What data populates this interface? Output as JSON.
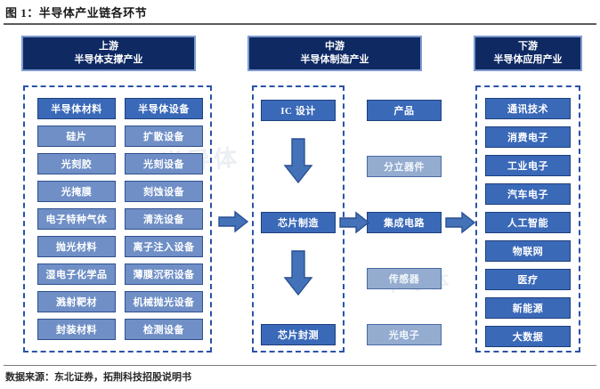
{
  "figure": {
    "title": "图 1：半导体产业链各环节",
    "source": "数据来源：东北证券，拓荆科技招股说明书",
    "watermark": "半导体"
  },
  "colors": {
    "header_bg": "#0f2a63",
    "header_border": "#7f9bd0",
    "dashed_border": "#2a53a8",
    "node_dark": "#3a69b8",
    "node_mid": "#6f8fc6",
    "node_light": "#93accf",
    "arrow_fill": "#4472b8",
    "arrow_stroke": "#2a4f93"
  },
  "stages": [
    {
      "id": "upstream",
      "head_line1": "上游",
      "head_line2": "半导体支撑产业",
      "columns": [
        {
          "id": "materials",
          "header": "半导体材料",
          "items": [
            "硅片",
            "光刻胶",
            "光掩膜",
            "电子特种气体",
            "抛光材料",
            "湿电子化学品",
            "溅射靶材",
            "封装材料"
          ]
        },
        {
          "id": "equipment",
          "header": "半导体设备",
          "items": [
            "扩散设备",
            "光刻设备",
            "刻蚀设备",
            "清洗设备",
            "离子注入设备",
            "薄膜沉积设备",
            "机械抛光设备",
            "检测设备"
          ]
        }
      ]
    },
    {
      "id": "midstream",
      "head_line1": "中游",
      "head_line2": "半导体制造产业",
      "flow": [
        "IC 设计",
        "芯片制造",
        "芯片封测"
      ],
      "products_header": "产品",
      "products": [
        "分立器件",
        "集成电路",
        "传感器",
        "光电子"
      ]
    },
    {
      "id": "downstream",
      "head_line1": "下游",
      "head_line2": "半导体应用产业",
      "items": [
        "通讯技术",
        "消费电子",
        "工业电子",
        "汽车电子",
        "人工智能",
        "物联网",
        "医疗",
        "新能源",
        "大数据"
      ]
    }
  ],
  "arrows": {
    "up_to_mid": "arrow-right-icon",
    "mid_to_down": "arrow-right-icon",
    "flow_down_1": "arrow-down-icon",
    "flow_down_2": "arrow-down-icon"
  }
}
